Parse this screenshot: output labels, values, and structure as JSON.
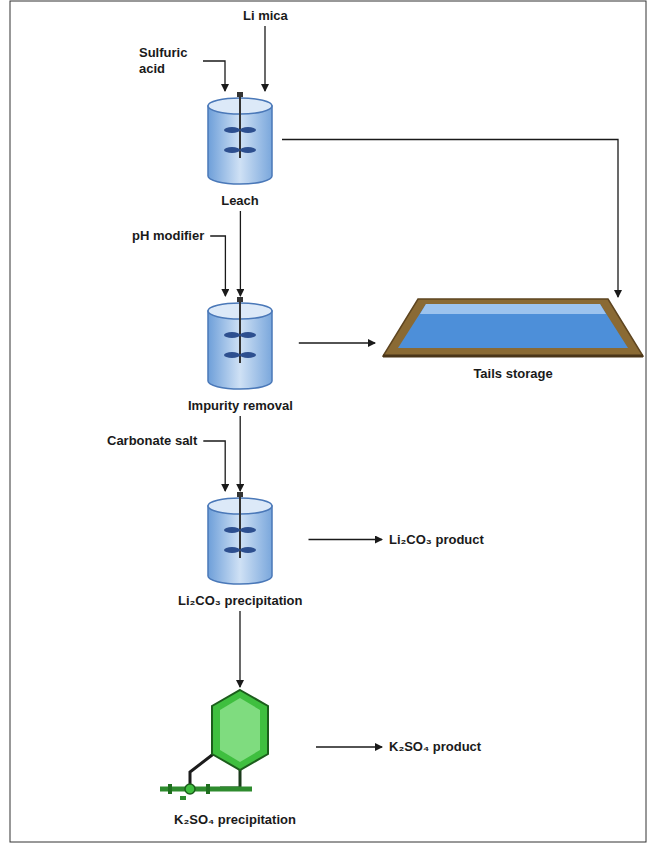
{
  "diagram": {
    "nodes": [
      {
        "text": [
          "Sulfuric acid"
        ]
      },
      {
        "text": [
          "Li mica"
        ]
      },
      {
        "text": [
          "Leach"
        ]
      },
      {
        "text": [
          "pH modifier"
        ]
      },
      {
        "text": [
          "Impurity removal"
        ]
      },
      {
        "text": [
          "Tails storage"
        ]
      },
      {
        "text": [
          "Carbonate salt"
        ]
      },
      {
        "text": [
          "Li₂CO₃ precipitation"
        ]
      },
      {
        "text": [
          "Li₂CO₃ product"
        ]
      },
      {
        "text": [
          "K₂SO₄ precipitation"
        ]
      },
      {
        "text": [
          "K₂SO₄ product"
        ]
      }
    ],
    "edges": [
      {
        "from": 0,
        "to": 2,
        "arrow": "to"
      },
      {
        "from": 1,
        "to": 2,
        "arrow": "to"
      },
      {
        "from": 2,
        "to": 5,
        "arrow": "to"
      },
      {
        "from": 2,
        "to": 4,
        "arrow": "to"
      },
      {
        "from": 3,
        "to": 4,
        "arrow": "to"
      },
      {
        "from": 4,
        "to": 5,
        "arrow": "to"
      },
      {
        "from": 6,
        "to": 7,
        "arrow": "to"
      },
      {
        "from": 4,
        "to": 7,
        "arrow": "to"
      },
      {
        "from": 7,
        "to": 8,
        "arrow": "to"
      },
      {
        "from": 7,
        "to": 9,
        "arrow": "to"
      },
      {
        "from": 9,
        "to": 10,
        "arrow": "to"
      }
    ]
  }
}
